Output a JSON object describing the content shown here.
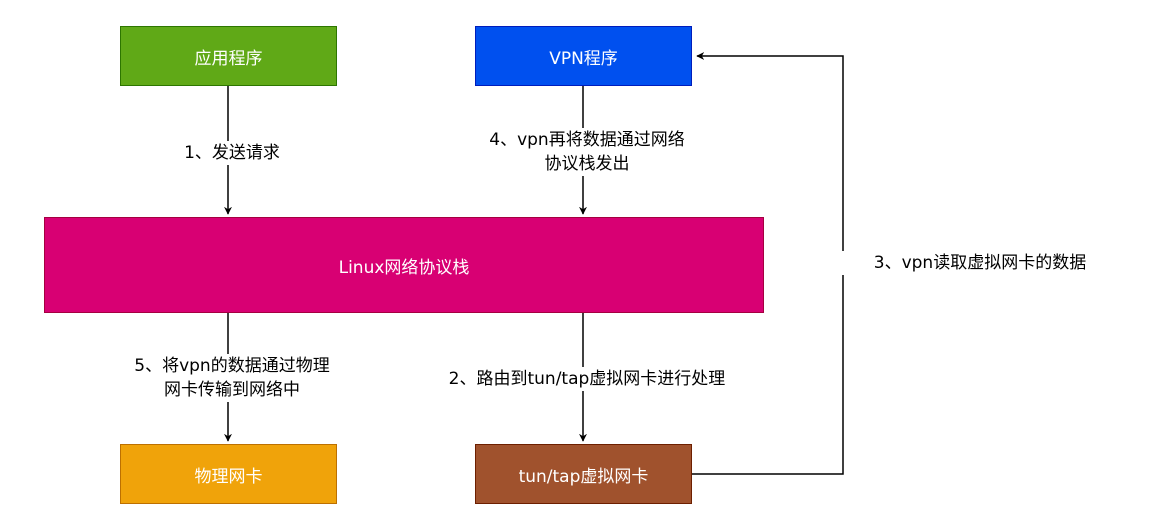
{
  "nodes": {
    "app": {
      "label": "应用程序",
      "fill": "#60a917",
      "border": "#2d7600"
    },
    "vpn": {
      "label": "VPN程序",
      "fill": "#0050ef",
      "border": "#001dbc"
    },
    "stack": {
      "label": "Linux网络协议栈",
      "fill": "#d80073",
      "border": "#a50040"
    },
    "nic": {
      "label": "物理网卡",
      "fill": "#f0a30a",
      "border": "#bd7000"
    },
    "tun": {
      "label": "tun/tap虚拟网卡",
      "fill": "#a0522d",
      "border": "#6d1f00"
    }
  },
  "edges": {
    "step1": {
      "lines": [
        "1、发送请求"
      ]
    },
    "step2": {
      "lines": [
        "2、路由到tun/tap虚拟网卡进行处理"
      ]
    },
    "step3": {
      "lines": [
        "3、vpn读取虚拟网卡的数据"
      ]
    },
    "step4": {
      "lines": [
        "4、vpn再将数据通过网络",
        "协议栈发出"
      ]
    },
    "step5": {
      "lines": [
        "5、将vpn的数据通过物理",
        "网卡传输到网络中"
      ]
    }
  }
}
